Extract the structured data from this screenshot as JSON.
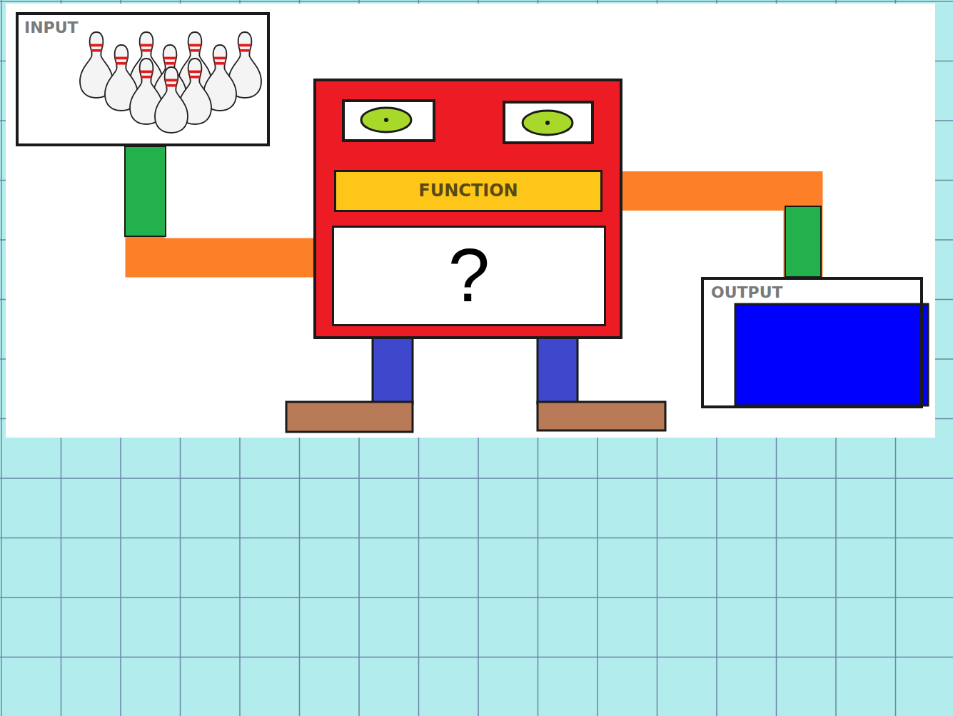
{
  "diagram": {
    "nodes": [
      {
        "text": [
          "INPUT"
        ]
      },
      {
        "text": [
          "FUNCTION"
        ]
      },
      {
        "text": [
          "?"
        ]
      },
      {
        "text": [
          "OUTPUT"
        ]
      }
    ],
    "edges": [
      {
        "from": 0,
        "to": 2,
        "arrow": "none"
      },
      {
        "from": 1,
        "to": 3,
        "arrow": "none"
      }
    ]
  }
}
